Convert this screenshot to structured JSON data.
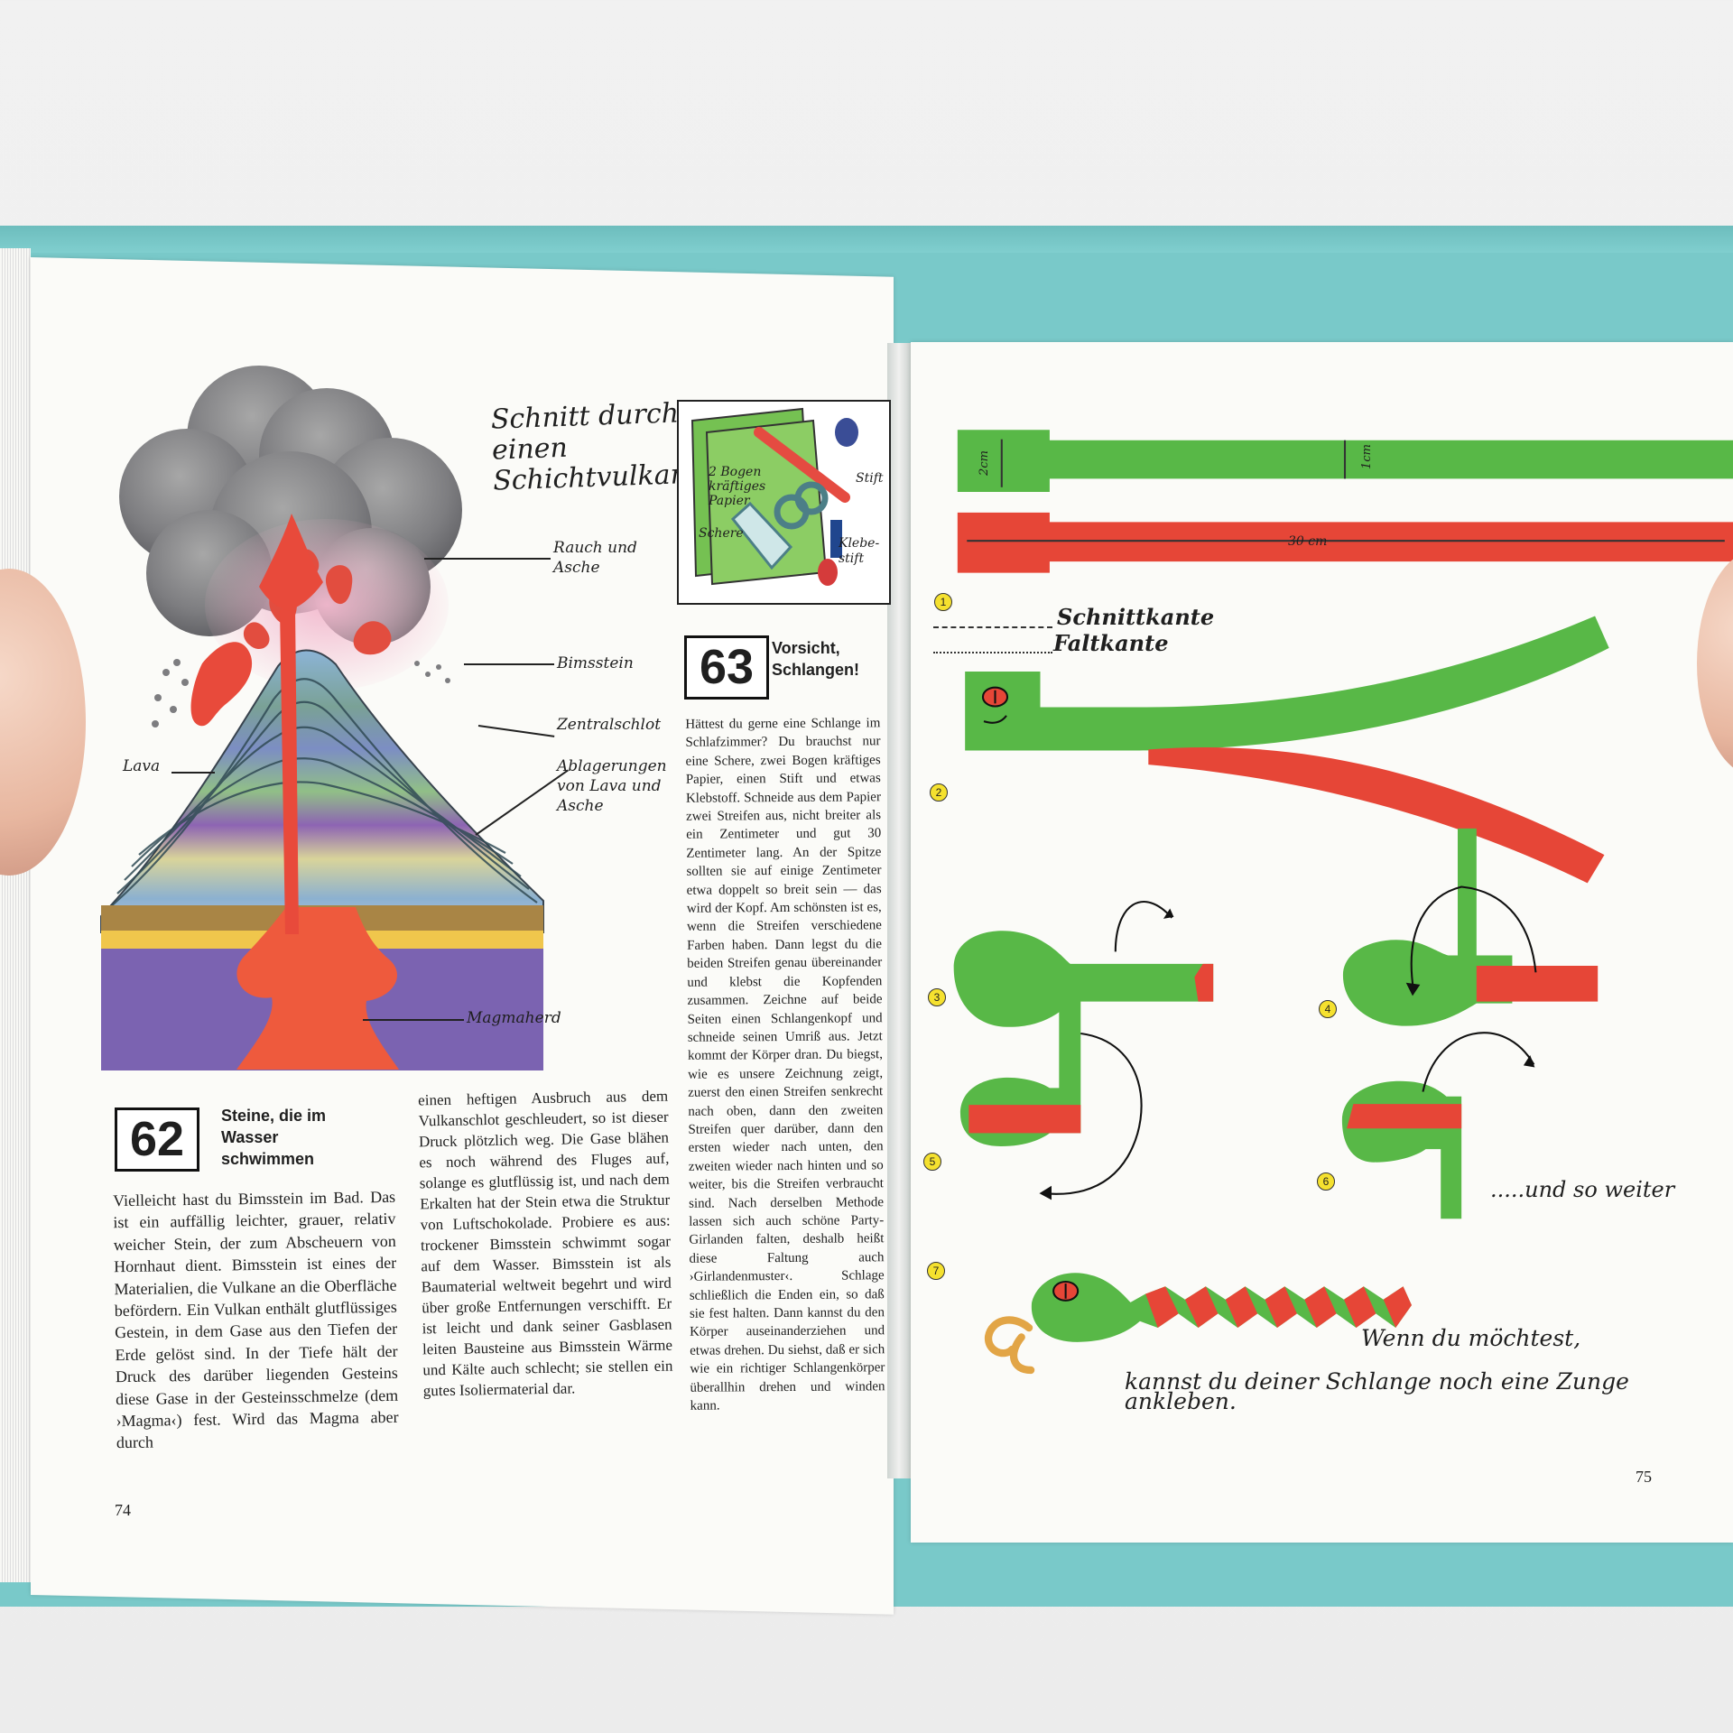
{
  "left_page": {
    "diagram_title": "Schnitt durch einen Schichtvulkan",
    "labels": {
      "rauch": "Rauch und Asche",
      "bimsstein": "Bimsstein",
      "zentral": "Zentralschlot",
      "ablagerungen": "Ablagerungen von Lava und Asche",
      "lava": "Lava",
      "magmaherd": "Magmaherd"
    },
    "materials": {
      "papier": "2 Bogen kräftiges Papier",
      "schere": "Schere",
      "stift": "Stift",
      "klebestift": "Klebe- stift"
    },
    "experiment62": {
      "number": "62",
      "title": "Steine, die im Wasser schwimmen",
      "text_a": "Vielleicht hast du Bimsstein im Bad. Das ist ein auffällig leichter, grauer, relativ weicher Stein, der zum Abscheuern von Hornhaut dient. Bimsstein ist eines der Materialien, die Vulkane an die Oberfläche befördern. Ein Vulkan enthält glutflüssiges Gestein, in dem Gase aus den Tiefen der Erde gelöst sind. In der Tiefe hält der Druck des darüber liegenden Gesteins diese Gase in der Gesteinsschmelze (dem ›Magma‹) fest. Wird das Magma aber durch",
      "text_b": "einen heftigen Ausbruch aus dem Vulkanschlot geschleudert, so ist dieser Druck plötzlich weg. Die Gase blähen es noch während des Fluges auf, solange es glutflüssig ist, und nach dem Erkalten hat der Stein etwa die Struktur von Luftschokolade. Probiere es aus: trockener Bimsstein schwimmt sogar auf dem Wasser. Bimsstein ist als Baumaterial weltweit begehrt und wird über große Entfernungen verschifft. Er ist leicht und dank seiner Gasblasen leiten Bausteine aus Bimsstein Wärme und Kälte auch schlecht; sie stellen ein gutes Isoliermaterial dar."
    },
    "experiment63": {
      "number": "63",
      "title": "Vorsicht, Schlangen!",
      "text": "Hättest du gerne eine Schlange im Schlafzimmer? Du brauchst nur eine Schere, zwei Bogen kräftiges Papier, einen Stift und etwas Klebstoff. Schneide aus dem Papier zwei Streifen aus, nicht breiter als ein Zentimeter und gut 30 Zentimeter lang. An der Spitze sollten sie auf einige Zentimeter etwa doppelt so breit sein — das wird der Kopf. Am schönsten ist es, wenn die Streifen verschiedene Farben haben. Dann legst du die beiden Streifen genau übereinander und klebst die Kopfenden zusammen. Zeichne auf beide Seiten einen Schlangenkopf und schneide seinen Umriß aus. Jetzt kommt der Körper dran. Du biegst, wie es unsere Zeichnung zeigt, zuerst den einen Streifen senkrecht nach oben, dann den zweiten Streifen quer darüber, dann den ersten wieder nach unten, den zweiten wieder nach hinten und so weiter, bis die Streifen verbraucht sind. Nach derselben Methode lassen sich auch schöne Party-Girlanden falten, deshalb heißt diese Faltung auch ›Girlandenmuster‹. Schlage schließlich die Enden ein, so daß sie fest halten. Dann kannst du den Körper auseinanderziehen und etwas drehen. Du siehst, daß er sich wie ein richtiger Schlangenkörper überallhin drehen und winden kann."
    },
    "page_number": "74"
  },
  "right_page": {
    "measure_2cm": "2cm",
    "measure_1cm": "1cm",
    "measure_30cm": "30 cm",
    "schnittkante": "Schnittkante",
    "faltkante": "Faltkante",
    "steps": [
      "1",
      "2",
      "3",
      "4",
      "5",
      "6",
      "7"
    ],
    "und_so_weiter": ".....und so weiter",
    "zunge_line1": "Wenn du möchtest,",
    "zunge_line2": "kannst du deiner Schlange noch eine Zunge ankleben.",
    "page_number": "75"
  },
  "colors": {
    "cover": "#79c9c9",
    "green": "#58b847",
    "red": "#e64637",
    "lava": "#ee5a3d",
    "magma": "#7b63b1"
  }
}
